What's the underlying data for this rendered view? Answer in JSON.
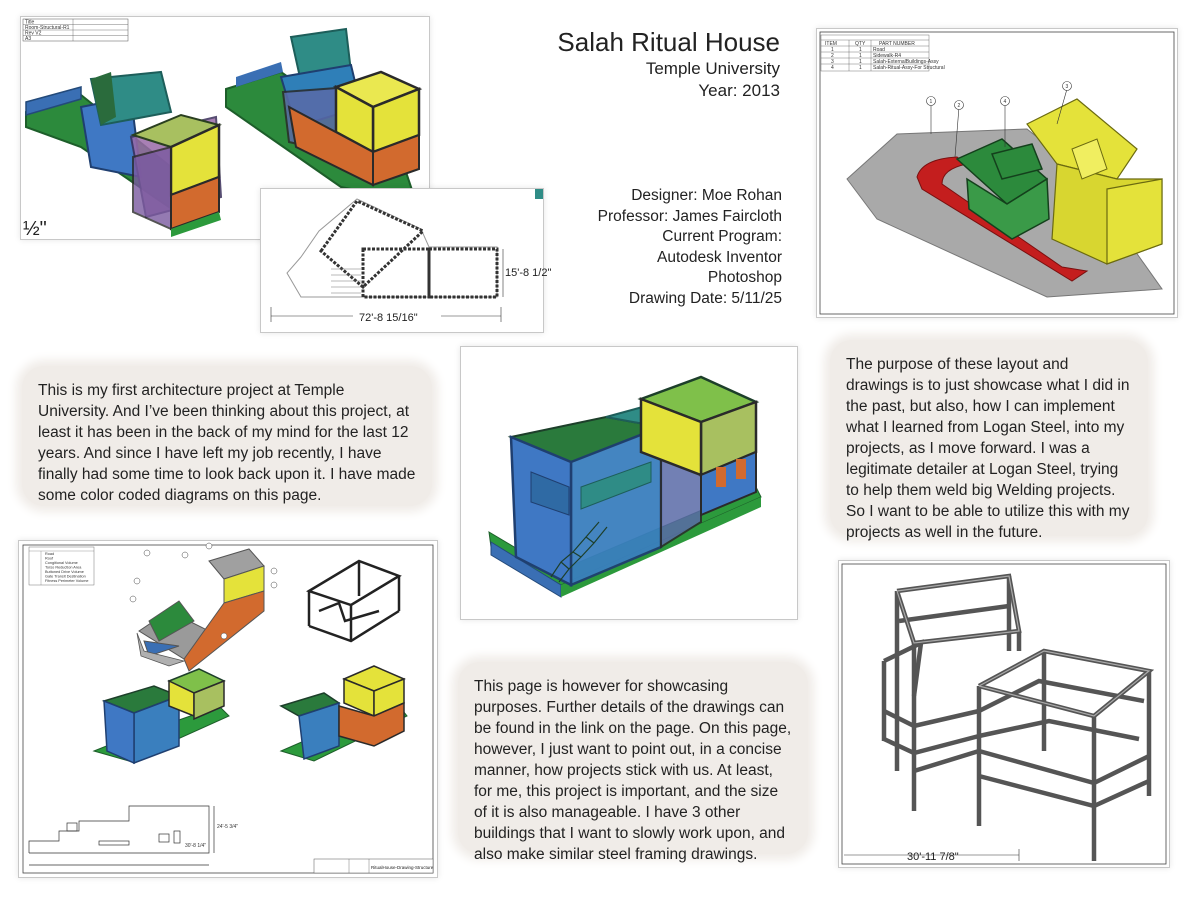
{
  "title": {
    "project": "Salah Ritual House",
    "school": "Temple University",
    "year": "Year: 2013"
  },
  "credits": {
    "designer": "Designer: Moe Rohan",
    "professor": "Professor: James Faircloth",
    "program_label": "Current Program:",
    "program_1": "Autodesk Inventor",
    "program_2": "Photoshop",
    "drawing_date": "Drawing Date: 5/11/25"
  },
  "notes": {
    "intro": "This is my first architecture project at Temple University. And I’ve been thinking about this project, at least it has been in the back of my mind for the last 12 years. And since I have left my job recently, I have finally had some time to look back upon it. I have made some color coded diagrams on this page.",
    "purpose": "The purpose of these layout and drawings is to just showcase what I did in the past, but also, how I can implement what I learned from Logan Steel, into my projects, as I move forward. I was a legitimate detailer at Logan Steel, trying to help them weld big Welding projects. So I want to be able to utilize this with my projects as well in the future.",
    "showcase": "This page is however for showcasing purposes. Further details of the drawings can be found in the link on the page. On this page, however, I just want to point out, in a concise manner, how projects stick with us. At least, for me, this project is important, and the size of it is also manageable. I have 3 other buildings that I want to slowly work upon, and also make similar steel framing drawings."
  },
  "drawings": {
    "sheet1_titleblock": [
      "Title",
      "Room-Structural-R1",
      "Rev V2",
      "A3"
    ],
    "plan_dim_width": "72'-8 15/16\"",
    "plan_dim_depth": "15'-8 1/2\"",
    "fraction_mark": "½\"",
    "parts_list_headers": [
      "ITEM",
      "QTY",
      "PART NUMBER"
    ],
    "parts_list_rows": [
      [
        "1",
        "1",
        "Road"
      ],
      [
        "2",
        "1",
        "Sidewalk-R4"
      ],
      [
        "3",
        "1",
        "Salah-ExternalBuildings-Assy"
      ],
      [
        "4",
        "1",
        "Salah-Ritual-Assy-For Structural"
      ]
    ],
    "sheet_sm_list": [
      "Road",
      "Roof",
      "Congitional Volume",
      "Torso Reduction Area",
      "Buttoned Drive Volume",
      "Gate Transit Destination",
      "Fitness Perimeter Volume"
    ],
    "sheet_sm_dim_1": "24'-5 3/4\"",
    "sheet_sm_dim_2": "30'-8 1/4\"",
    "sheet_sm_titleblock": "RitualHouse-Drawing-Structure",
    "frame_dim": "30'-11 7/8\"",
    "balloons": [
      "1",
      "2",
      "3",
      "4"
    ]
  },
  "colors": {
    "yellow": "#e4e23a",
    "orange": "#d26a2e",
    "green": "#2c8a3c",
    "blue": "#3a6fb4",
    "teal": "#2f8c86",
    "gray": "#a9a9a9",
    "red": "#c41e1e",
    "frame": "#4a4a4a",
    "note_bg": "#f0ece8"
  }
}
